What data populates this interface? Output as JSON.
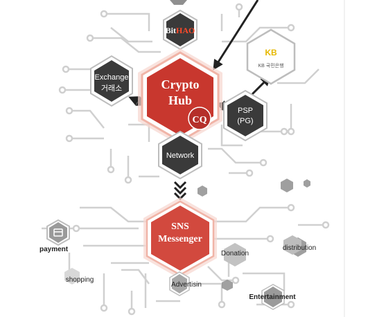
{
  "nodes": {
    "bithao": {
      "part1": "Bit",
      "part2": "HAO"
    },
    "crypto_hub": {
      "line1": "Crypto",
      "line2": "Hub",
      "badge": "CQ"
    },
    "exchange": {
      "line1": "Exchange",
      "line2": "거래소"
    },
    "kb": {
      "mark": "KB",
      "label": "KB 국민은행"
    },
    "psp": {
      "line1": "PSP",
      "line2": "(PG)"
    },
    "network": {
      "label": "Network"
    },
    "sns": {
      "line1": "SNS",
      "line2": "Messenger"
    },
    "payment": {
      "label": "payment"
    },
    "shopping": {
      "label": "shopping"
    },
    "advertising": {
      "label": "Advertisin"
    },
    "donation": {
      "label": "Donation"
    },
    "distribution": {
      "label": "distribution"
    },
    "entertainment": {
      "label": "Entertainment"
    }
  },
  "colors": {
    "hub_red": "#c8372e",
    "hub_glow": "#f3b7ab",
    "dark_hex": "#3a3a3a",
    "gray_hex": "#8f8f8f",
    "circuit": "#d0d0d0",
    "bithao_accent": "#ff4a2a"
  }
}
